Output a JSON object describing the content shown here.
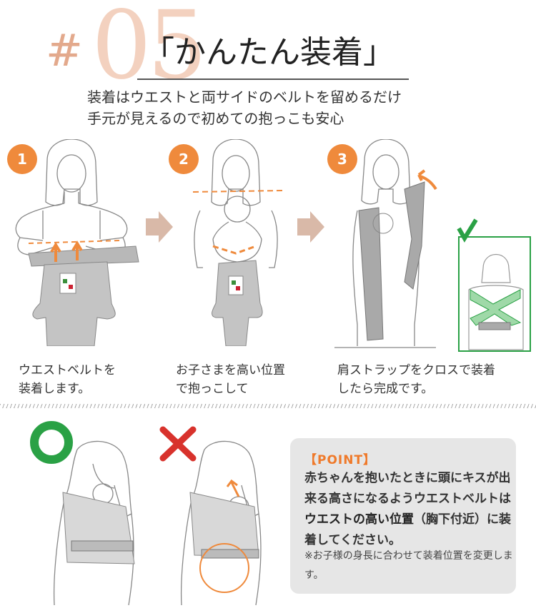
{
  "header": {
    "hash": "#",
    "number": "05",
    "title": "「かんたん装着」",
    "subtitle_line1": "装着はウエストと両サイドのベルトを留めるだけ",
    "subtitle_line2": "手元が見えるので初めての抱っこも安心"
  },
  "steps": [
    {
      "number": "1",
      "caption_line1": "ウエストベルトを",
      "caption_line2": "装着します。"
    },
    {
      "number": "2",
      "caption_line1": "お子さまを高い位置",
      "caption_line2": "で抱っこして"
    },
    {
      "number": "3",
      "caption_line1": "肩ストラップをクロスで装着",
      "caption_line2": "したら完成です。"
    }
  ],
  "comparison": {
    "good_mark": "O",
    "bad_mark": "X"
  },
  "point": {
    "title": "【POINT】",
    "text_1": "赤ちゃんを抱いたときに頭にキスが出来る高さになるようウエストベルトは",
    "text_highlight": "ウエストの高い位置",
    "text_2": "（胸下付近）に装着してください。",
    "note": "※お子様の身長に合わせて装着位置を変更します。"
  },
  "colors": {
    "accent": "#ef8a3c",
    "good": "#2aa145",
    "bad": "#d8322c",
    "check": "#2aa145"
  }
}
